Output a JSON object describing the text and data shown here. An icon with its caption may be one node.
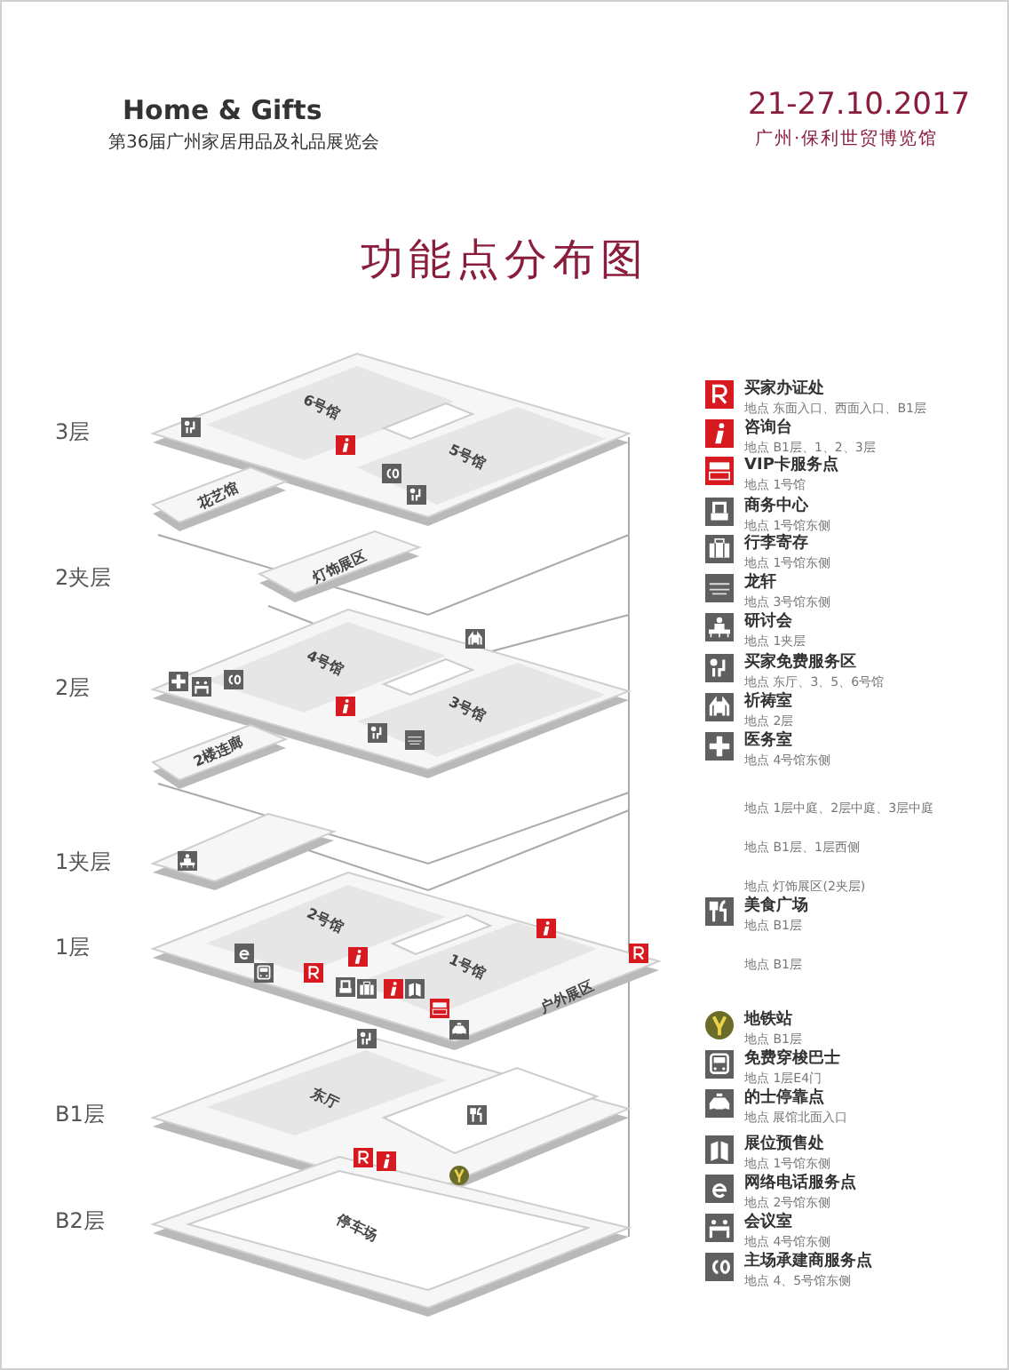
{
  "diagram": {
    "title": "功能点分布图",
    "labels": [
      "Home & Gifts",
      "第36届广州家居用品及礼品展览会",
      "21-27.10.2017",
      "广州·保利世贸博览馆",
      "3层",
      "2夹层",
      "2层",
      "1夹层",
      "1层",
      "B1层",
      "B2层",
      "6号馆",
      "5号馆",
      "花艺馆",
      "灯饰展区",
      "4号馆",
      "3号馆",
      "2楼连廊",
      "2号馆",
      "1号馆",
      "户外展区",
      "东厅",
      "停车场",
      "地点 东面入口、西面入口、B1层",
      "地点 B1层、1、2、3层",
      "地点 1号馆",
      "地点 1号馆东侧",
      "地点 1号馆东侧",
      "地点 3号馆东侧",
      "地点 1夹层",
      "地点 东厅、3、5、6号馆",
      "地点 2层",
      "地点 4号馆东侧",
      "地点 1层中庭、2层中庭、3层中庭",
      "地点 B1层、1层西侧",
      "地点 灯饰展区(2夹层)",
      "地点 B1层",
      "地点 B1层",
      "地点 B1层",
      "地点 1层E4门",
      "地点 展馆北面入口",
      "地点 1号馆东侧",
      "地点 2号馆东侧",
      "地点 4号馆东侧",
      "地点 4、5号馆东侧"
    ],
    "legend": [
      {
        "text": "买家办证处"
      },
      {
        "text": "咨询台"
      },
      {
        "text": "VIP卡服务点"
      },
      {
        "text": "商务中心"
      },
      {
        "text": "行李寄存"
      },
      {
        "text": "龙轩"
      },
      {
        "text": "研讨会"
      },
      {
        "text": "买家免费服务区"
      },
      {
        "text": "祈祷室"
      },
      {
        "text": "医务室"
      },
      {
        "text": "美食广场"
      },
      {
        "text": "地铁站"
      },
      {
        "text": "免费穿梭巴士"
      },
      {
        "text": "的士停靠点"
      },
      {
        "text": "展位预售处"
      },
      {
        "text": "网络电话服务点"
      },
      {
        "text": "会议室"
      },
      {
        "text": "主场承建商服务点"
      }
    ]
  }
}
